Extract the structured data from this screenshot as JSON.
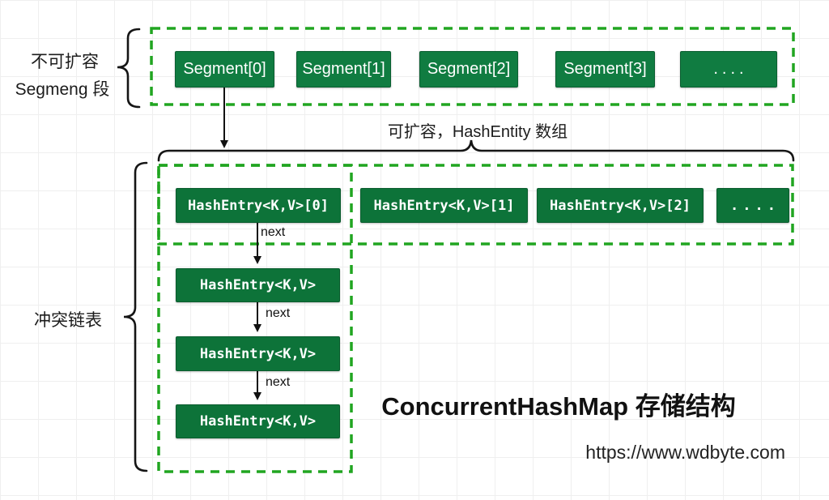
{
  "diagram": {
    "segment_section": {
      "label_line1": "不可扩容",
      "label_line2": "Segmeng 段",
      "segments": [
        "Segment[0]",
        "Segment[1]",
        "Segment[2]",
        "Segment[3]",
        "...."
      ]
    },
    "hashentry_section": {
      "label": "可扩容，HashEntity 数组",
      "entries": [
        "HashEntry<K,V>[0]",
        "HashEntry<K,V>[1]",
        "HashEntry<K,V>[2]",
        "...."
      ]
    },
    "collision_section": {
      "label": "冲突链表",
      "edge_label": "next",
      "chain": [
        "HashEntry<K,V>",
        "HashEntry<K,V>",
        "HashEntry<K,V>"
      ]
    },
    "title": "ConcurrentHashMap 存储结构",
    "watermark": "https://www.wdbyte.com",
    "colors": {
      "segment_box": "#107c41",
      "entry_box": "#0d7339",
      "dashed_border": "#21a521",
      "ink": "#1c1c1c"
    }
  }
}
